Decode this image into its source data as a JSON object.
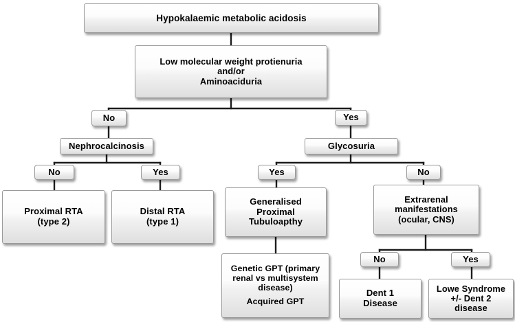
{
  "diagram": {
    "title": "Hypokalaemic metabolic acidosis diagnostic algorithm",
    "line_color": "#1c1c1c",
    "box_border_color": "#9a9a9a",
    "box_fill_top": "#ffffff",
    "box_fill_bottom": "#dedede",
    "text_color": "#000000"
  },
  "nodes": {
    "root": "Hypokalaemic metabolic acidosis",
    "lmw": "Low molecular weight protienuria\nand/or\nAminoaciduria",
    "lmw_no": "No",
    "lmw_yes": "Yes",
    "nephrocalcinosis": "Nephrocalcinosis",
    "neph_no": "No",
    "neph_yes": "Yes",
    "proximal_rta": "Proximal RTA\n(type 2)",
    "distal_rta": "Distal RTA\n(type 1)",
    "glycosuria": "Glycosuria",
    "glyco_yes": "Yes",
    "glyco_no": "No",
    "gpt": "Generalised\nProximal\nTubuloapthy",
    "gpt_detail_line1": "Genetic GPT (primary\nrenal vs multisystem\ndisease)",
    "gpt_detail_line2": "Acquired GPT",
    "extrarenal": "Extrarenal\nmanifestations\n(ocular, CNS)",
    "extra_no": "No",
    "extra_yes": "Yes",
    "dent1": "Dent 1\nDisease",
    "lowe": "Lowe Syndrome\n+/- Dent 2\ndisease"
  }
}
